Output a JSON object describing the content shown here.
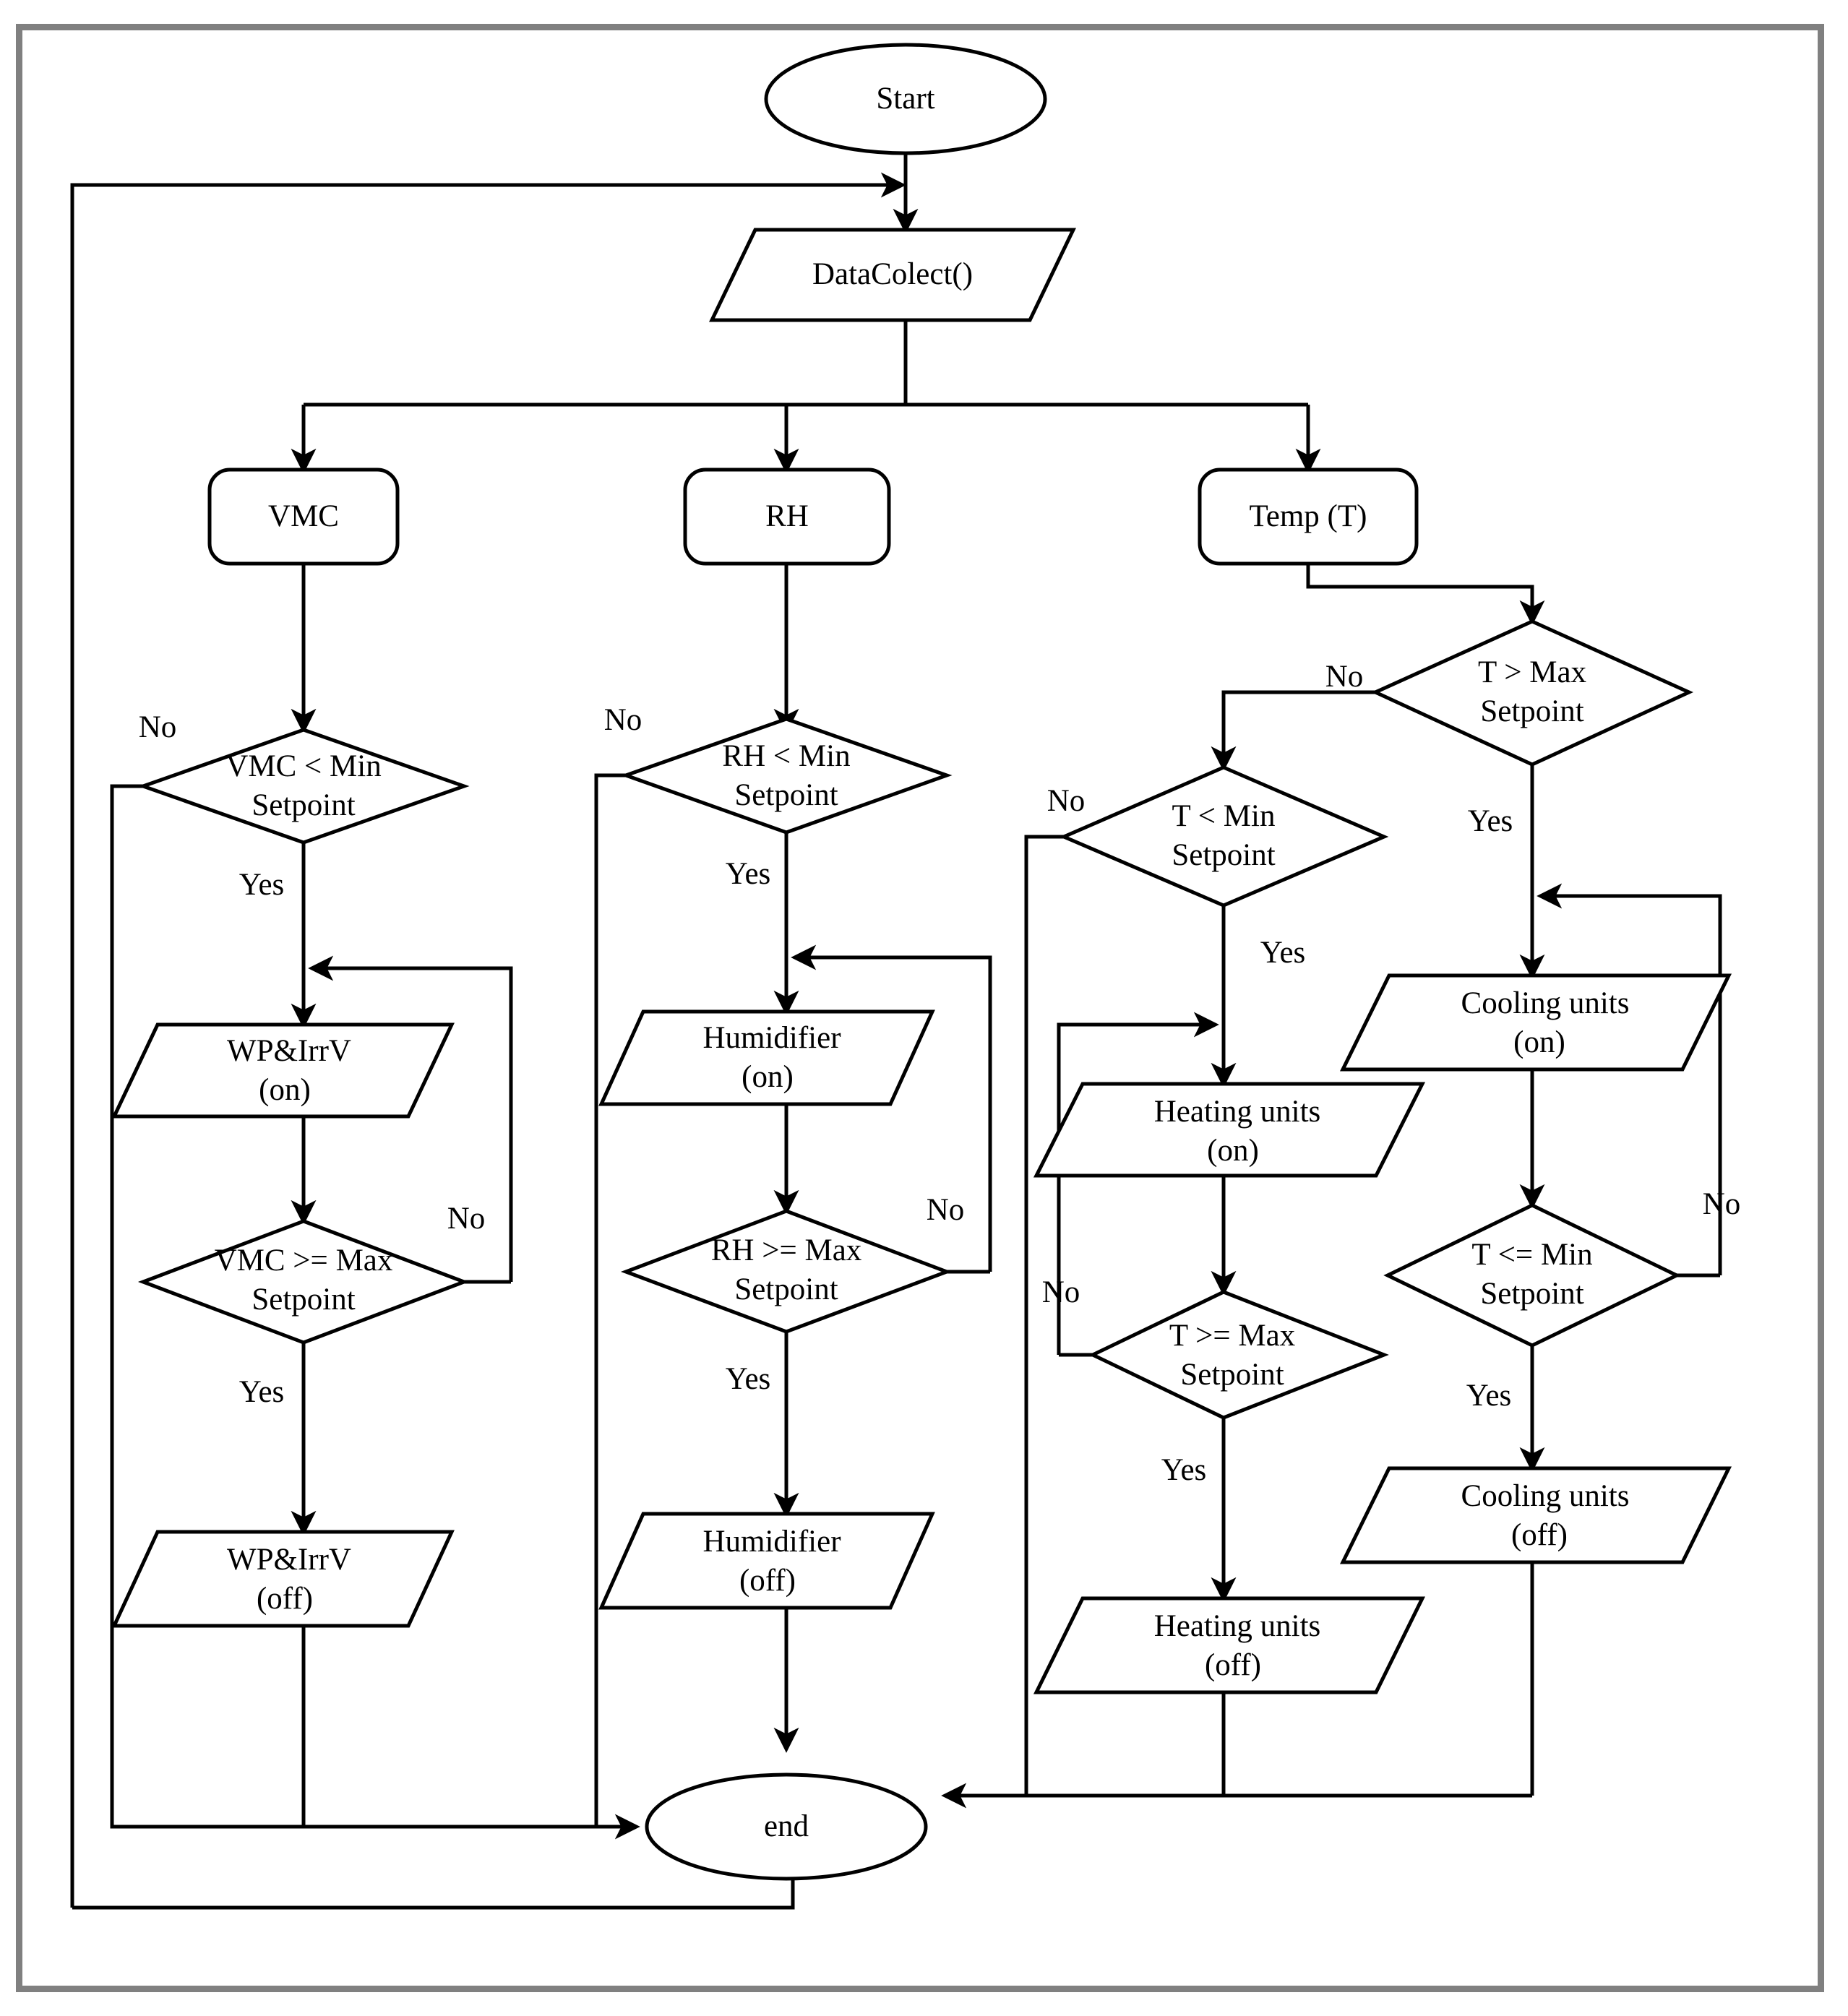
{
  "diagram": {
    "type": "flowchart",
    "title": "Greenhouse climate control flowchart",
    "border_color": "#808080",
    "line_color": "#000000",
    "fill_color": "#ffffff"
  },
  "nodes": {
    "start": {
      "label": "Start",
      "shape": "terminator-oval"
    },
    "datacollect": {
      "label": "DataColect()",
      "shape": "parallelogram"
    },
    "vmc": {
      "label": "VMC",
      "shape": "rounded-rect"
    },
    "rh": {
      "label": "RH",
      "shape": "rounded-rect"
    },
    "temp": {
      "label": "Temp (T)",
      "shape": "rounded-rect"
    },
    "vmc_min": {
      "line1": "VMC < Min",
      "line2": "Setpoint",
      "shape": "decision-diamond"
    },
    "wp_on": {
      "line1": "WP&IrrV",
      "line2": "(on)",
      "shape": "parallelogram"
    },
    "vmc_max": {
      "line1": "VMC >= Max",
      "line2": "Setpoint",
      "shape": "decision-diamond"
    },
    "wp_off": {
      "line1": "WP&IrrV",
      "line2": "(off)",
      "shape": "parallelogram"
    },
    "rh_min": {
      "line1": "RH < Min",
      "line2": "Setpoint",
      "shape": "decision-diamond"
    },
    "hum_on": {
      "line1": "Humidifier",
      "line2": "(on)",
      "shape": "parallelogram"
    },
    "rh_max": {
      "line1": "RH >= Max",
      "line2": "Setpoint",
      "shape": "decision-diamond"
    },
    "hum_off": {
      "line1": "Humidifier",
      "line2": "(off)",
      "shape": "parallelogram"
    },
    "t_gt_max": {
      "line1": "T > Max",
      "line2": "Setpoint",
      "shape": "decision-diamond"
    },
    "t_lt_min": {
      "line1": "T < Min",
      "line2": "Setpoint",
      "shape": "decision-diamond"
    },
    "cool_on": {
      "line1": "Cooling units",
      "line2": "(on)",
      "shape": "parallelogram"
    },
    "t_le_min": {
      "line1": "T <= Min",
      "line2": "Setpoint",
      "shape": "decision-diamond"
    },
    "cool_off": {
      "line1": "Cooling units",
      "line2": "(off)",
      "shape": "parallelogram"
    },
    "heat_on": {
      "line1": "Heating units",
      "line2": "(on)",
      "shape": "parallelogram"
    },
    "t_ge_max": {
      "line1": "T >= Max",
      "line2": "Setpoint",
      "shape": "decision-diamond"
    },
    "heat_off": {
      "line1": "Heating units",
      "line2": "(off)",
      "shape": "parallelogram"
    },
    "end": {
      "label": "end",
      "shape": "terminator-oval"
    }
  },
  "edge_labels": {
    "vmc_min_no": "No",
    "vmc_min_yes": "Yes",
    "vmc_max_no": "No",
    "vmc_max_yes": "Yes",
    "rh_min_no": "No",
    "rh_min_yes": "Yes",
    "rh_max_no": "No",
    "rh_max_yes": "Yes",
    "t_gt_max_no": "No",
    "t_gt_max_yes": "Yes",
    "t_lt_min_no": "No",
    "t_lt_min_yes": "Yes",
    "t_le_min_no": "No",
    "t_le_min_yes": "Yes",
    "t_ge_max_no": "No",
    "t_ge_max_yes": "Yes"
  }
}
